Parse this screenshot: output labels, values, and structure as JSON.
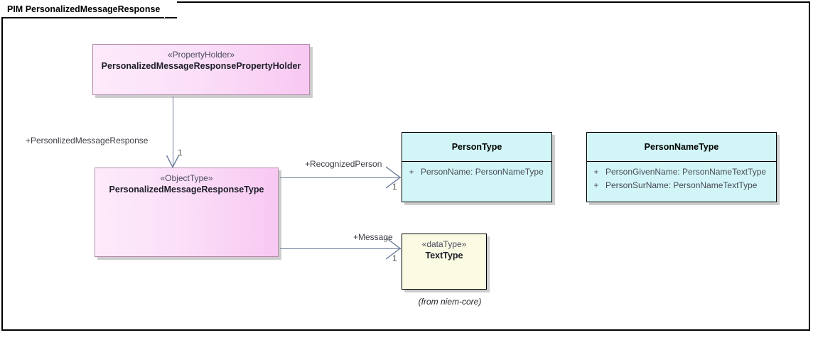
{
  "diagram": {
    "frame_title": "PIM PersonalizedMessageResponse",
    "background_color": "#ffffff",
    "frame_border_color": "#000000"
  },
  "nodes": {
    "property_holder": {
      "stereotype": "«PropertyHolder»",
      "name": "PersonalizedMessageResponsePropertyHolder",
      "fill_start": "#fdeafb",
      "fill_end": "#f8c8f2",
      "border_color": "#b58bab"
    },
    "object_type": {
      "stereotype": "«ObjectType»",
      "name": "PersonalizedMessageResponseType",
      "fill_start": "#fdeafb",
      "fill_end": "#f8c8f2",
      "border_color": "#b58bab"
    },
    "person_type": {
      "name": "PersonType",
      "fill": "#d2f6f7",
      "border_color": "#000000",
      "attributes": [
        {
          "visibility": "+",
          "text": "PersonName: PersonNameType"
        }
      ]
    },
    "person_name_type": {
      "name": "PersonNameType",
      "fill": "#d2f6f7",
      "border_color": "#000000",
      "attributes": [
        {
          "visibility": "+",
          "text": "PersonGivenName: PersonNameTextType"
        },
        {
          "visibility": "+",
          "text": "PersonSurName: PersonNameTextType"
        }
      ]
    },
    "text_type": {
      "stereotype": "«dataType»",
      "name": "TextType",
      "fill": "#fbfae2",
      "border_color": "#000000",
      "from_note": "(from niem-core)"
    }
  },
  "connectors": {
    "holder_to_objecttype": {
      "role_label": "+PersonlizedMessageResponse",
      "multiplicity": "1"
    },
    "objecttype_to_persontype": {
      "role_label": "+RecognizedPerson",
      "multiplicity": "1"
    },
    "objecttype_to_texttype": {
      "role_label": "+Message",
      "multiplicity": "1"
    }
  }
}
